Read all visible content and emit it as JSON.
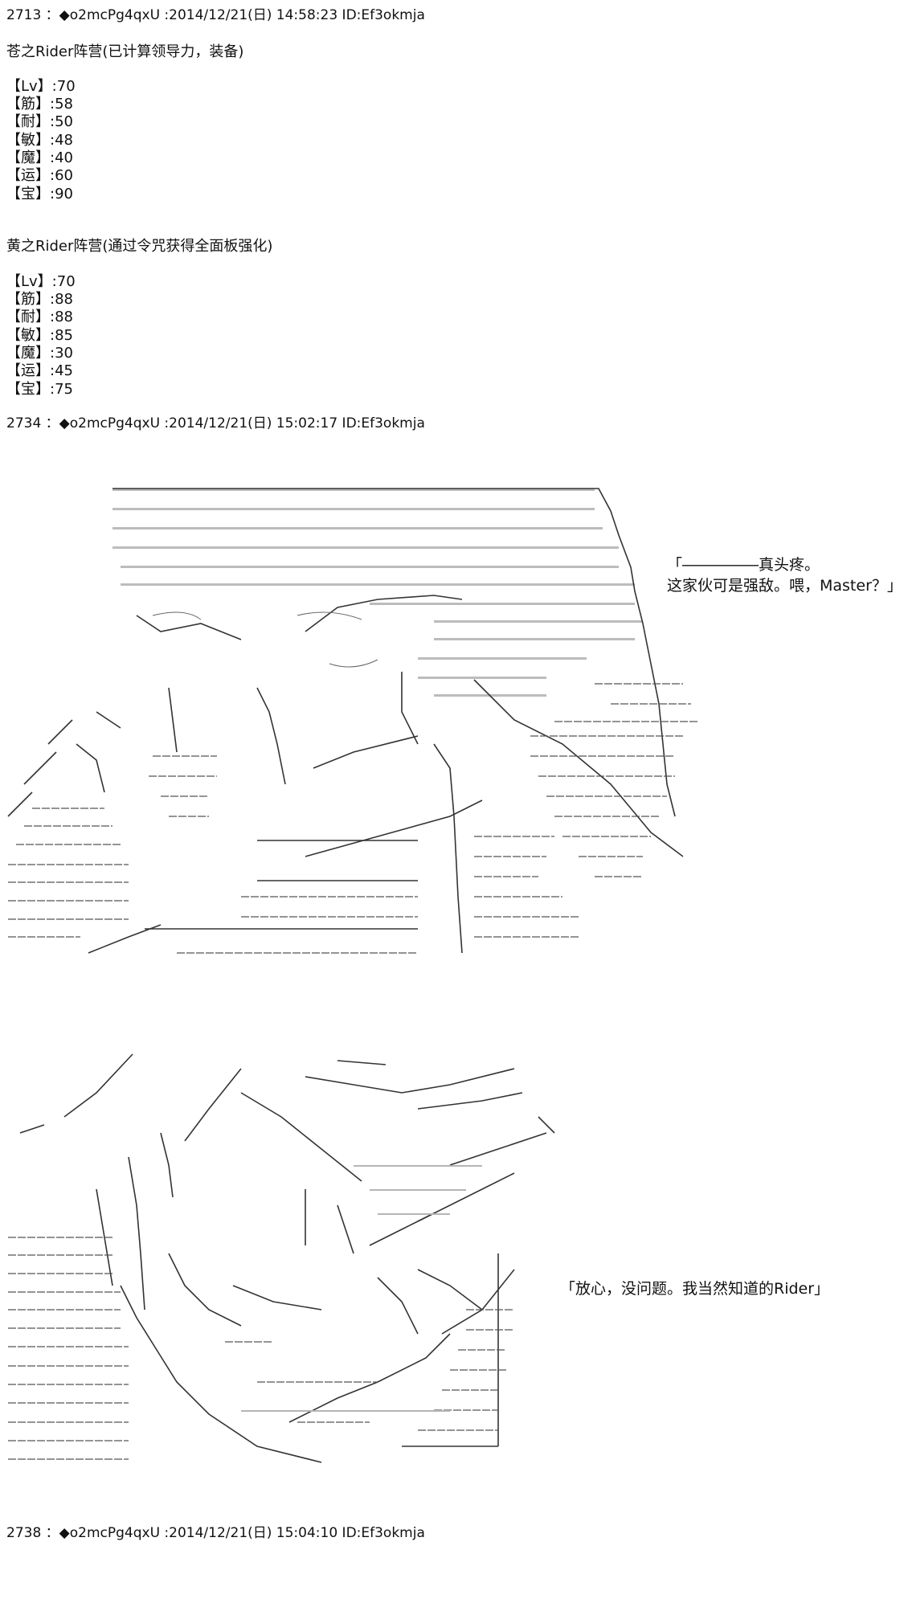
{
  "posts": [
    {
      "header": "2713 ：◆o2mcPg4qxU :2014/12/21(日) 14:58:23 ID:Ef3okmja",
      "sections": [
        {
          "title": "苍之Rider阵营(已计算领导力，装备)",
          "stats": [
            "【Lv】:70",
            "【筋】:58",
            "【耐】:50",
            "【敏】:48",
            "【魔】:40",
            "【运】:60",
            "【宝】:90"
          ]
        },
        {
          "title": "黄之Rider阵营(通过令咒获得全面板强化)",
          "stats": [
            "【Lv】:70",
            "【筋】:88",
            "【耐】:88",
            "【敏】:85",
            "【魔】:30",
            "【运】:45",
            "【宝】:75"
          ]
        }
      ]
    },
    {
      "header": "2734 ：◆o2mcPg4qxU :2014/12/21(日) 15:02:17 ID:Ef3okmja",
      "speech": [
        "「―――――真头疼。",
        "这家伙可是强敌。喂，Master？」"
      ],
      "speech2": "「放心，没问题。我当然知道的Rider」"
    },
    {
      "header": "2738 ：◆o2mcPg4qxU :2014/12/21(日) 15:04:10 ID:Ef3okmja"
    }
  ]
}
